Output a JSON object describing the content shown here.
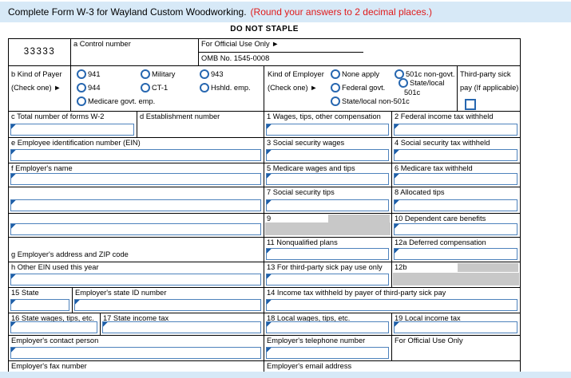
{
  "instruction": {
    "main": "Complete Form W-3 for Wayland Custom Woodworking.",
    "note": "(Round your answers to 2 decimal places.)"
  },
  "staple_warning": "DO NOT STAPLE",
  "top_row": {
    "code": "33333",
    "control_label": "a Control number",
    "official_use": "For Official Use Only ►",
    "omb": "OMB No. 1545-0008"
  },
  "kind_of_payer": {
    "label1": "b Kind of Payer",
    "label2": "(Check one) ►",
    "options": [
      "941",
      "Military",
      "943",
      "944",
      "CT-1",
      "Hshld. emp.",
      "Medicare govt. emp."
    ]
  },
  "kind_of_employer": {
    "label1": "Kind of Employer",
    "label2": "(Check one) ►",
    "options": [
      "None apply",
      "Federal govt.",
      "State/local non-501c",
      "501c non-govt.",
      "State/local"
    ],
    "state_local_501c_suffix": "501c"
  },
  "third_party_sick_pay": {
    "line1": "Third-party sick",
    "line2": "pay (If applicable)"
  },
  "boxes": {
    "c": "c Total number of forms W-2",
    "d": "d Establishment number",
    "b1": "1 Wages, tips, other compensation",
    "b2": "2 Federal income tax withheld",
    "e": "e Employee identification number (EIN)",
    "b3": "3 Social security wages",
    "b4": "4 Social security tax withheld",
    "f": "f Employer's name",
    "b5": "5 Medicare wages and tips",
    "b6": "6 Medicare tax withheld",
    "b7": "7 Social security tips",
    "b8": "8 Allocated tips",
    "b9": "9",
    "b10": "10 Dependent care benefits",
    "g": "g Employer's address and ZIP code",
    "b11": "11 Nonqualified plans",
    "b12a": "12a Deferred compensation",
    "h": "h Other EIN used this year",
    "b13": "13 For third-party sick pay use only",
    "b12b": "12b",
    "s15": "15 State",
    "s15_id": "Employer's state ID number",
    "b14": "14 Income tax withheld by payer of third-party sick pay",
    "b16": "16 State wages, tips, etc.",
    "b17": "17 State income tax",
    "b18": "18 Local wages, tips, etc.",
    "b19": "19 Local income tax",
    "contact": "Employer's contact person",
    "telephone": "Employer's telephone number",
    "official_use": "For Official Use Only",
    "fax": "Employer's fax number",
    "email": "Employer's email address"
  },
  "colors": {
    "header_bg": "#d7e9f7",
    "note_red": "#e01a1a",
    "input_border": "#4d82bc",
    "radio_blue": "#2767b0",
    "disabled_gray": "#c8c8c8"
  }
}
